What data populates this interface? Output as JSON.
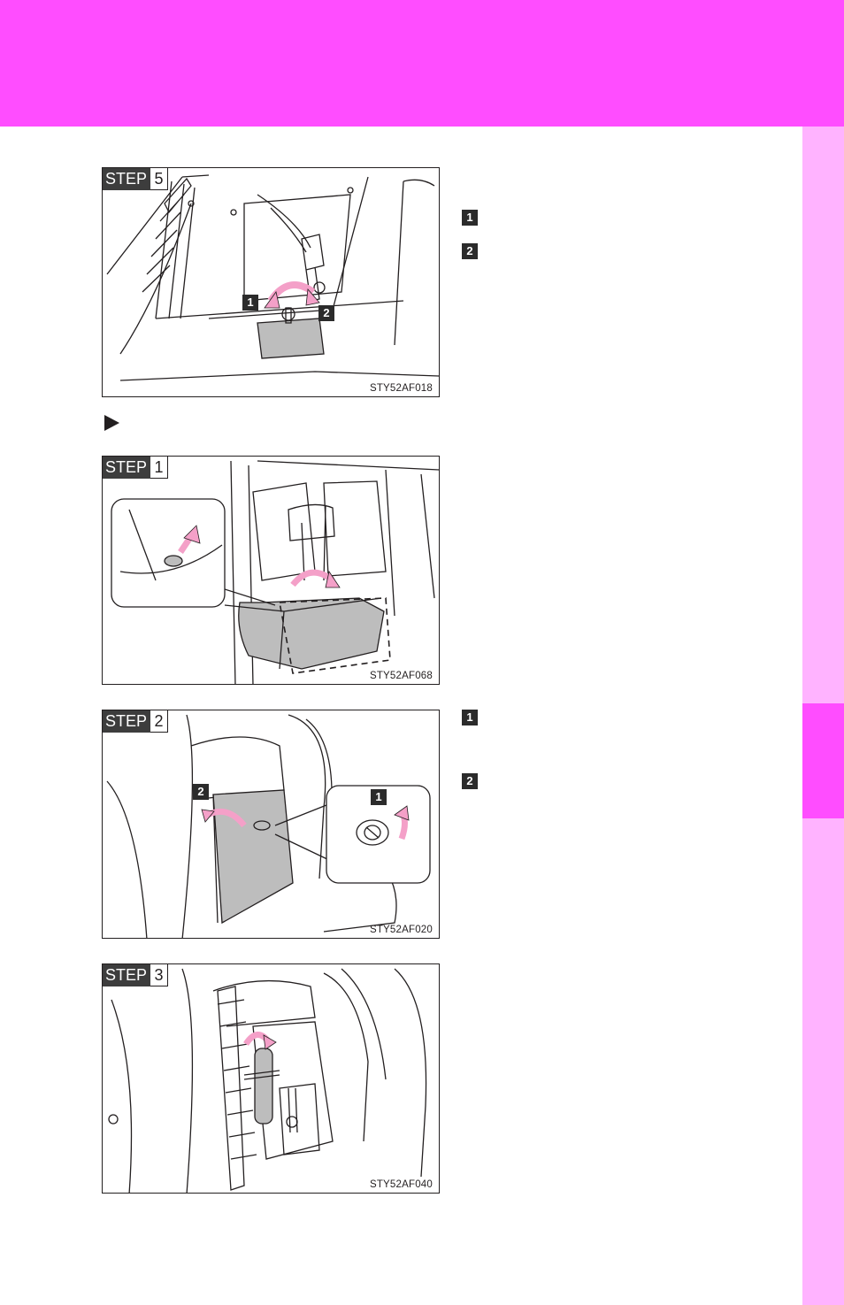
{
  "figures": [
    {
      "step_label": "STEP",
      "step_number": "5",
      "code": "STY52AF018",
      "callouts": [
        "1",
        "2"
      ]
    },
    {
      "step_label": "STEP",
      "step_number": "1",
      "code": "STY52AF068",
      "callouts": []
    },
    {
      "step_label": "STEP",
      "step_number": "2",
      "code": "STY52AF020",
      "callouts": [
        "2",
        "1"
      ]
    },
    {
      "step_label": "STEP",
      "step_number": "3",
      "code": "STY52AF040",
      "callouts": []
    }
  ],
  "text_callouts": [
    "1",
    "2",
    "1",
    "2"
  ],
  "colors": {
    "header": "#ff4dff",
    "side_tab": "#ffb3ff",
    "arrow_pink": "#f4a0c8"
  }
}
